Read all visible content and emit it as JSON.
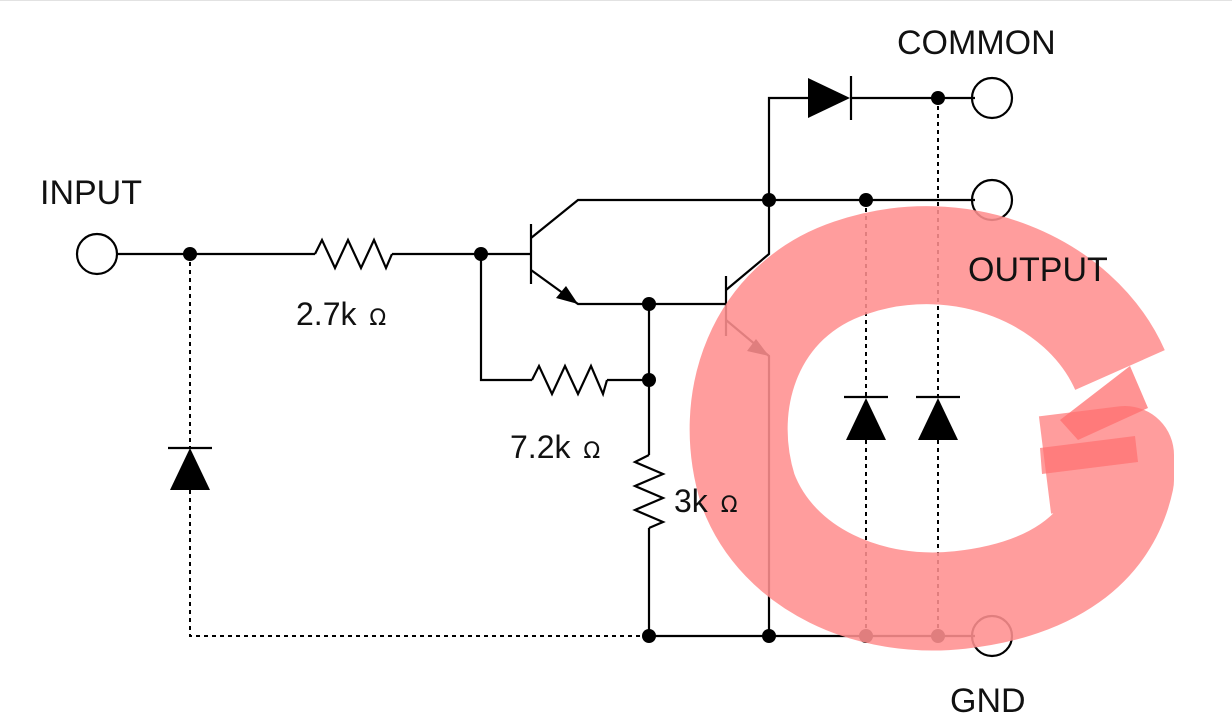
{
  "terminals": {
    "input": "INPUT",
    "common": "COMMON",
    "output": "OUTPUT",
    "gnd": "GND"
  },
  "resistors": {
    "r1_value": "2.7k",
    "r2_value": "7.2k",
    "r3_value": "3k",
    "unit": "Ω"
  },
  "colors": {
    "wire": "#000000",
    "annotation": "#ff8f8f"
  }
}
